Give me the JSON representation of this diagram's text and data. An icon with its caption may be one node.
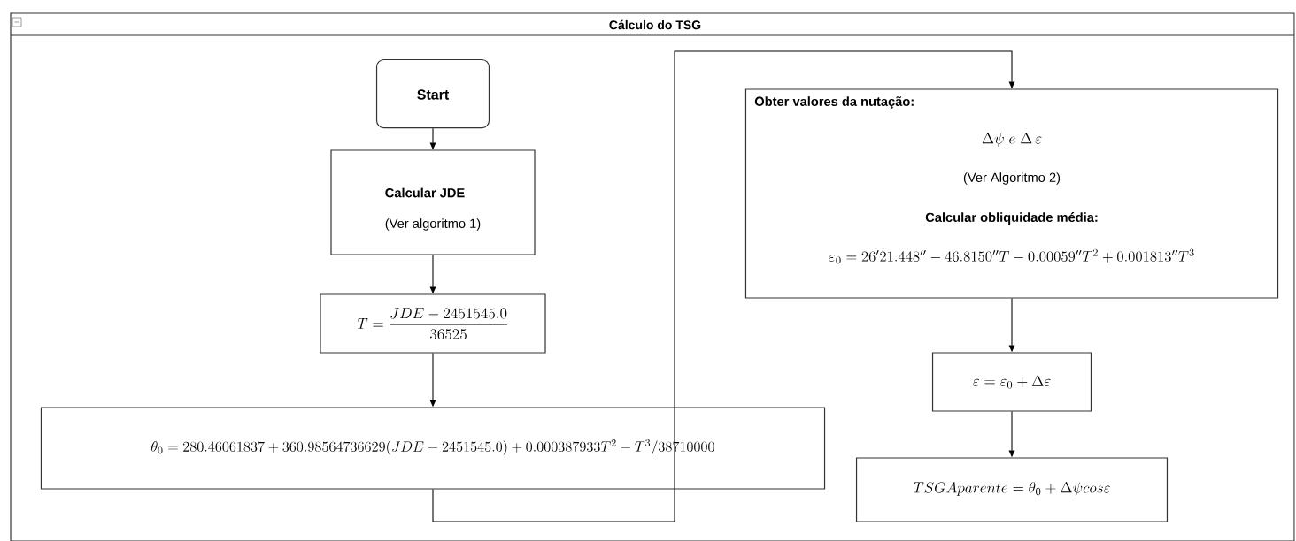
{
  "diagram": {
    "title": "Cálculo do TSG",
    "nodes": [
      {
        "text": [
          "Start"
        ]
      },
      {
        "text": [
          "Calcular JDE",
          "(Ver algoritmo 1)"
        ]
      },
      {
        "text": [
          "T = \\frac{JDE - 2451545.0}{36525}"
        ]
      },
      {
        "text": [
          "\\theta_0 = 280.46061837 + 360.98564736629(JDE - 2451545.0) + 0.000387933T^2 - T^3/38710000"
        ]
      },
      {
        "text": [
          "Obter valores da nutação:",
          "\\Delta\\psi \\; e \\; \\Delta \\, \\varepsilon",
          "(Ver Algoritmo 2)",
          "Calcular obliquidade média:",
          "\\varepsilon_0 = 26'21.448'' - 46.8150''T - 0.00059''T^2 + 0.001813''T^3"
        ]
      },
      {
        "text": [
          "\\varepsilon = \\varepsilon_0 + \\Delta\\varepsilon"
        ]
      },
      {
        "text": [
          "TSGAparente = \\theta_0 + \\Delta\\psi cos\\varepsilon"
        ]
      }
    ],
    "edges": [
      {
        "from": 0,
        "to": 1,
        "arrow": "to"
      },
      {
        "from": 1,
        "to": 2,
        "arrow": "to"
      },
      {
        "from": 2,
        "to": 3,
        "arrow": "to"
      },
      {
        "from": 3,
        "to": 4,
        "arrow": "to"
      },
      {
        "from": 4,
        "to": 5,
        "arrow": "to"
      },
      {
        "from": 5,
        "to": 6,
        "arrow": "to"
      }
    ]
  }
}
